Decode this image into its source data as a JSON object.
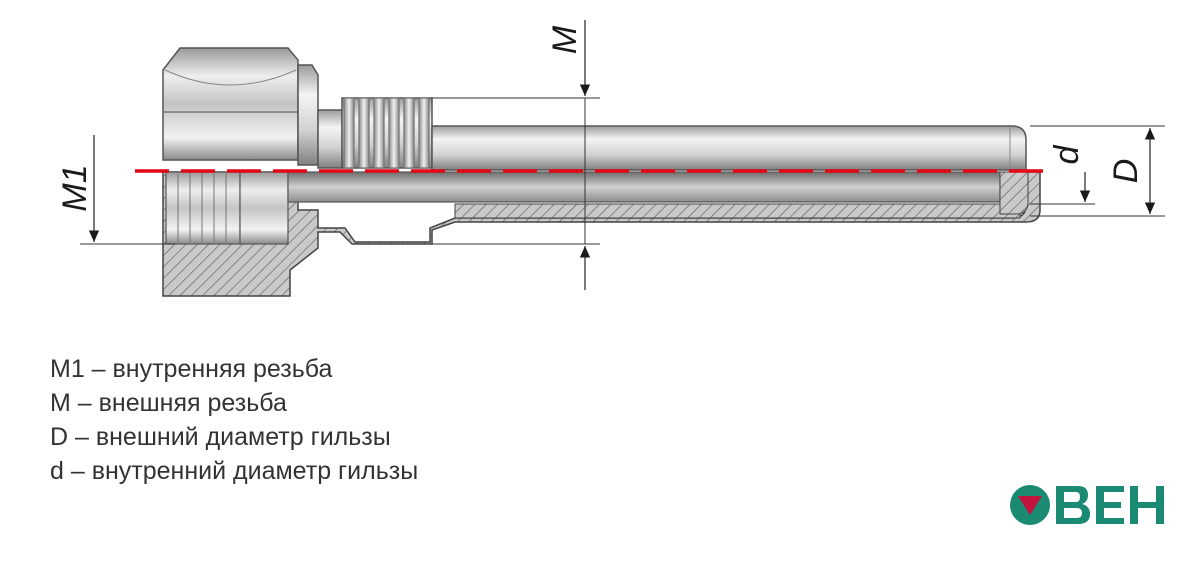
{
  "dimensions": {
    "m1": "M1",
    "m": "M",
    "d_inner": "d",
    "d_outer": "D"
  },
  "legend": [
    "M1 – внутренняя резьба",
    "M – внешняя резьба",
    "D – внешний диаметр гильзы",
    "d – внутренний диаметр гильзы"
  ],
  "logo": {
    "text": "ОВЕН",
    "color": "#1a8a72",
    "mark_color": "#c0143c"
  },
  "colors": {
    "axis_line": "#e30613",
    "metal_light": "#e8e8e8",
    "metal_dark": "#7e7e7e",
    "section_fill": "#c9c9c9",
    "hatch": "#555555"
  }
}
